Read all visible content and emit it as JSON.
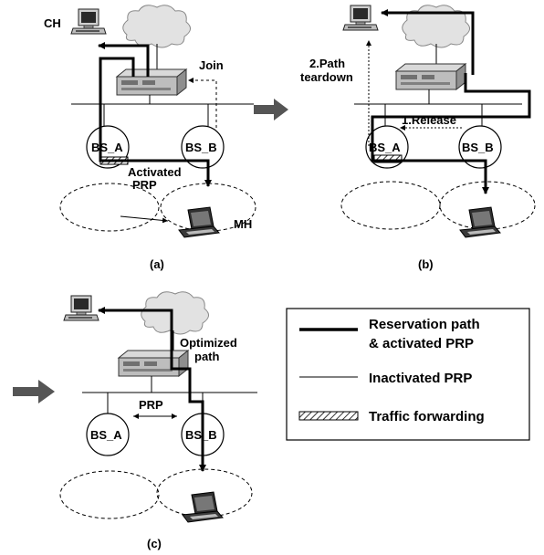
{
  "panel_a": {
    "caption": "(a)",
    "ch_label": "CH",
    "join_label": "Join",
    "bs_a_label": "BS_A",
    "bs_b_label": "BS_B",
    "activated_prp_line1": "Activated",
    "activated_prp_line2": "PRP",
    "mh_label": "MH"
  },
  "panel_b": {
    "caption": "(b)",
    "path_teardown_line1": "2.Path",
    "path_teardown_line2": "teardown",
    "release_label": "1.Release",
    "bs_a_label": "BS_A",
    "bs_b_label": "BS_B"
  },
  "panel_c": {
    "caption": "(c)",
    "optimized_line1": "Optimized",
    "optimized_line2": "path",
    "prp_label": "PRP",
    "bs_a_label": "BS_A",
    "bs_b_label": "BS_B"
  },
  "legend": {
    "reservation_line1": "Reservation path",
    "reservation_line2": "& activated PRP",
    "inactivated": "Inactivated PRP",
    "traffic": "Traffic forwarding"
  }
}
